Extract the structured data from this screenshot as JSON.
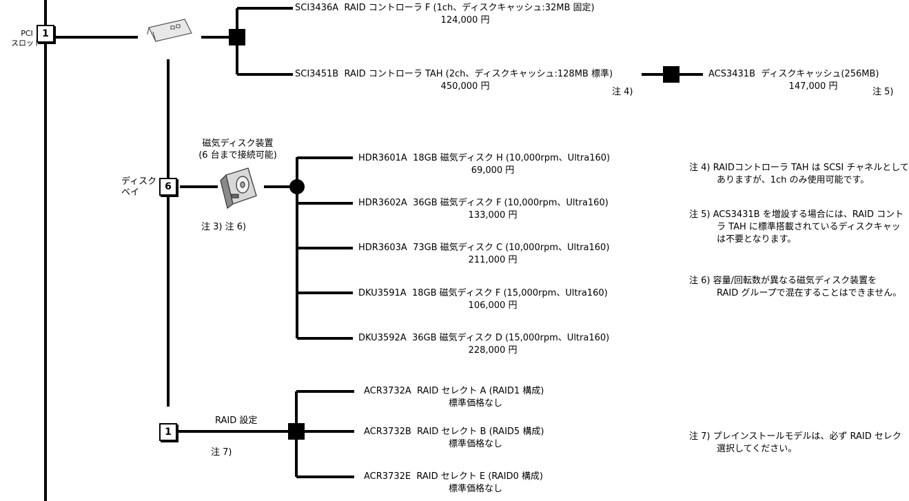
{
  "pci": {
    "label": "PCI",
    "label2": "スロット",
    "count": "1"
  },
  "raid_controllers": [
    {
      "model": "SCI3436A",
      "desc": "RAID コントローラ F (1ch、ディスクキャッシュ:32MB 固定)",
      "price": "124,000 円",
      "note": ""
    },
    {
      "model": "SCI3451B",
      "desc": "RAID コントローラ TAH (2ch、ディスクキャッシュ:128MB 標準)",
      "price": "450,000 円",
      "note": "注 4)"
    }
  ],
  "cache_option": {
    "model": "ACS3431B",
    "desc": "ディスクキャッシュ(256MB)",
    "price": "147,000 円",
    "note": "注 5)"
  },
  "disk_bay": {
    "label": "ディスク",
    "label2": "ベイ",
    "count": "6",
    "device_title": "磁気ディスク装置",
    "device_sub": "(6 台まで接続可能)",
    "notes": "注 3) 注 6)"
  },
  "disks": [
    {
      "model": "HDR3601A",
      "desc": "18GB 磁気ディスク H (10,000rpm、Ultra160)",
      "price": "69,000 円"
    },
    {
      "model": "HDR3602A",
      "desc": "36GB 磁気ディスク F (10,000rpm、Ultra160)",
      "price": "133,000 円"
    },
    {
      "model": "HDR3603A",
      "desc": "73GB 磁気ディスク C (10,000rpm、Ultra160)",
      "price": "211,000 円"
    },
    {
      "model": "DKU3591A",
      "desc": "18GB 磁気ディスク F (15,000rpm、Ultra160)",
      "price": "106,000 円"
    },
    {
      "model": "DKU3592A",
      "desc": "36GB 磁気ディスク D (15,000rpm、Ultra160)",
      "price": "228,000 円"
    }
  ],
  "raid_setting": {
    "label": "RAID 設定",
    "count": "1",
    "note": "注 7)"
  },
  "raid_selects": [
    {
      "model": "ACR3732A",
      "desc": "RAID セレクト A (RAID1 構成)",
      "price": "標準価格なし"
    },
    {
      "model": "ACR3732B",
      "desc": "RAID セレクト B (RAID5 構成)",
      "price": "標準価格なし"
    },
    {
      "model": "ACR3732E",
      "desc": "RAID セレクト E (RAID0 構成)",
      "price": "標準価格なし"
    }
  ],
  "notes": {
    "n4_line1": "注 4) RAIDコントローラ TAH は SCSI チャネルとして",
    "n4_line2": "ありますが、1ch のみ使用可能です。",
    "n5_line1": "注 5) ACS3431B を増設する場合には、RAID コント",
    "n5_line2": "ラ TAH に標準搭載されているディスクキャッ",
    "n5_line3": "は不要となります。",
    "n6_line1": "注 6) 容量/回転数が異なる磁気ディスク装置を",
    "n6_line2": "RAID グループで混在することはできません。",
    "n7_line1": "注 7) プレインストールモデルは、必ず RAID セレク",
    "n7_line2": "選択してください。"
  }
}
